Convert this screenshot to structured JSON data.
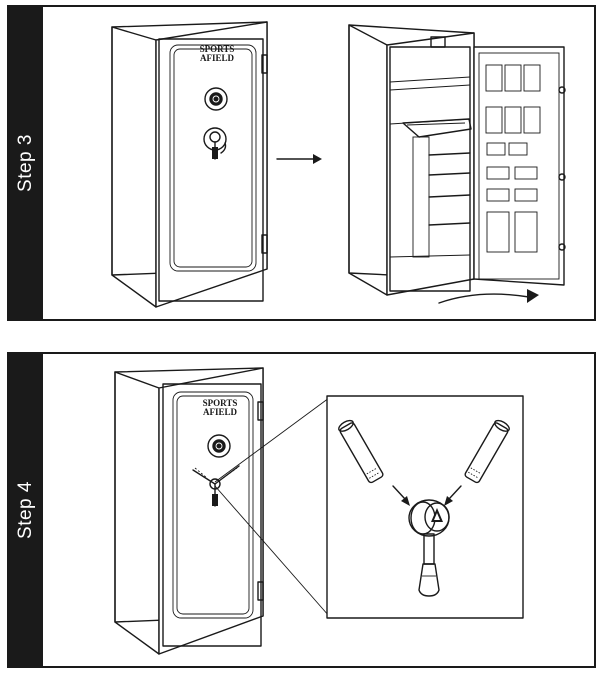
{
  "steps": [
    {
      "label": "Step 3"
    },
    {
      "label": "Step 4"
    }
  ],
  "brand": {
    "line1": "SPORTS",
    "line2": "AFIELD"
  },
  "icons": [
    "right-arrow-icon",
    "curved-arrow-icon",
    "down-arrow-icon"
  ]
}
